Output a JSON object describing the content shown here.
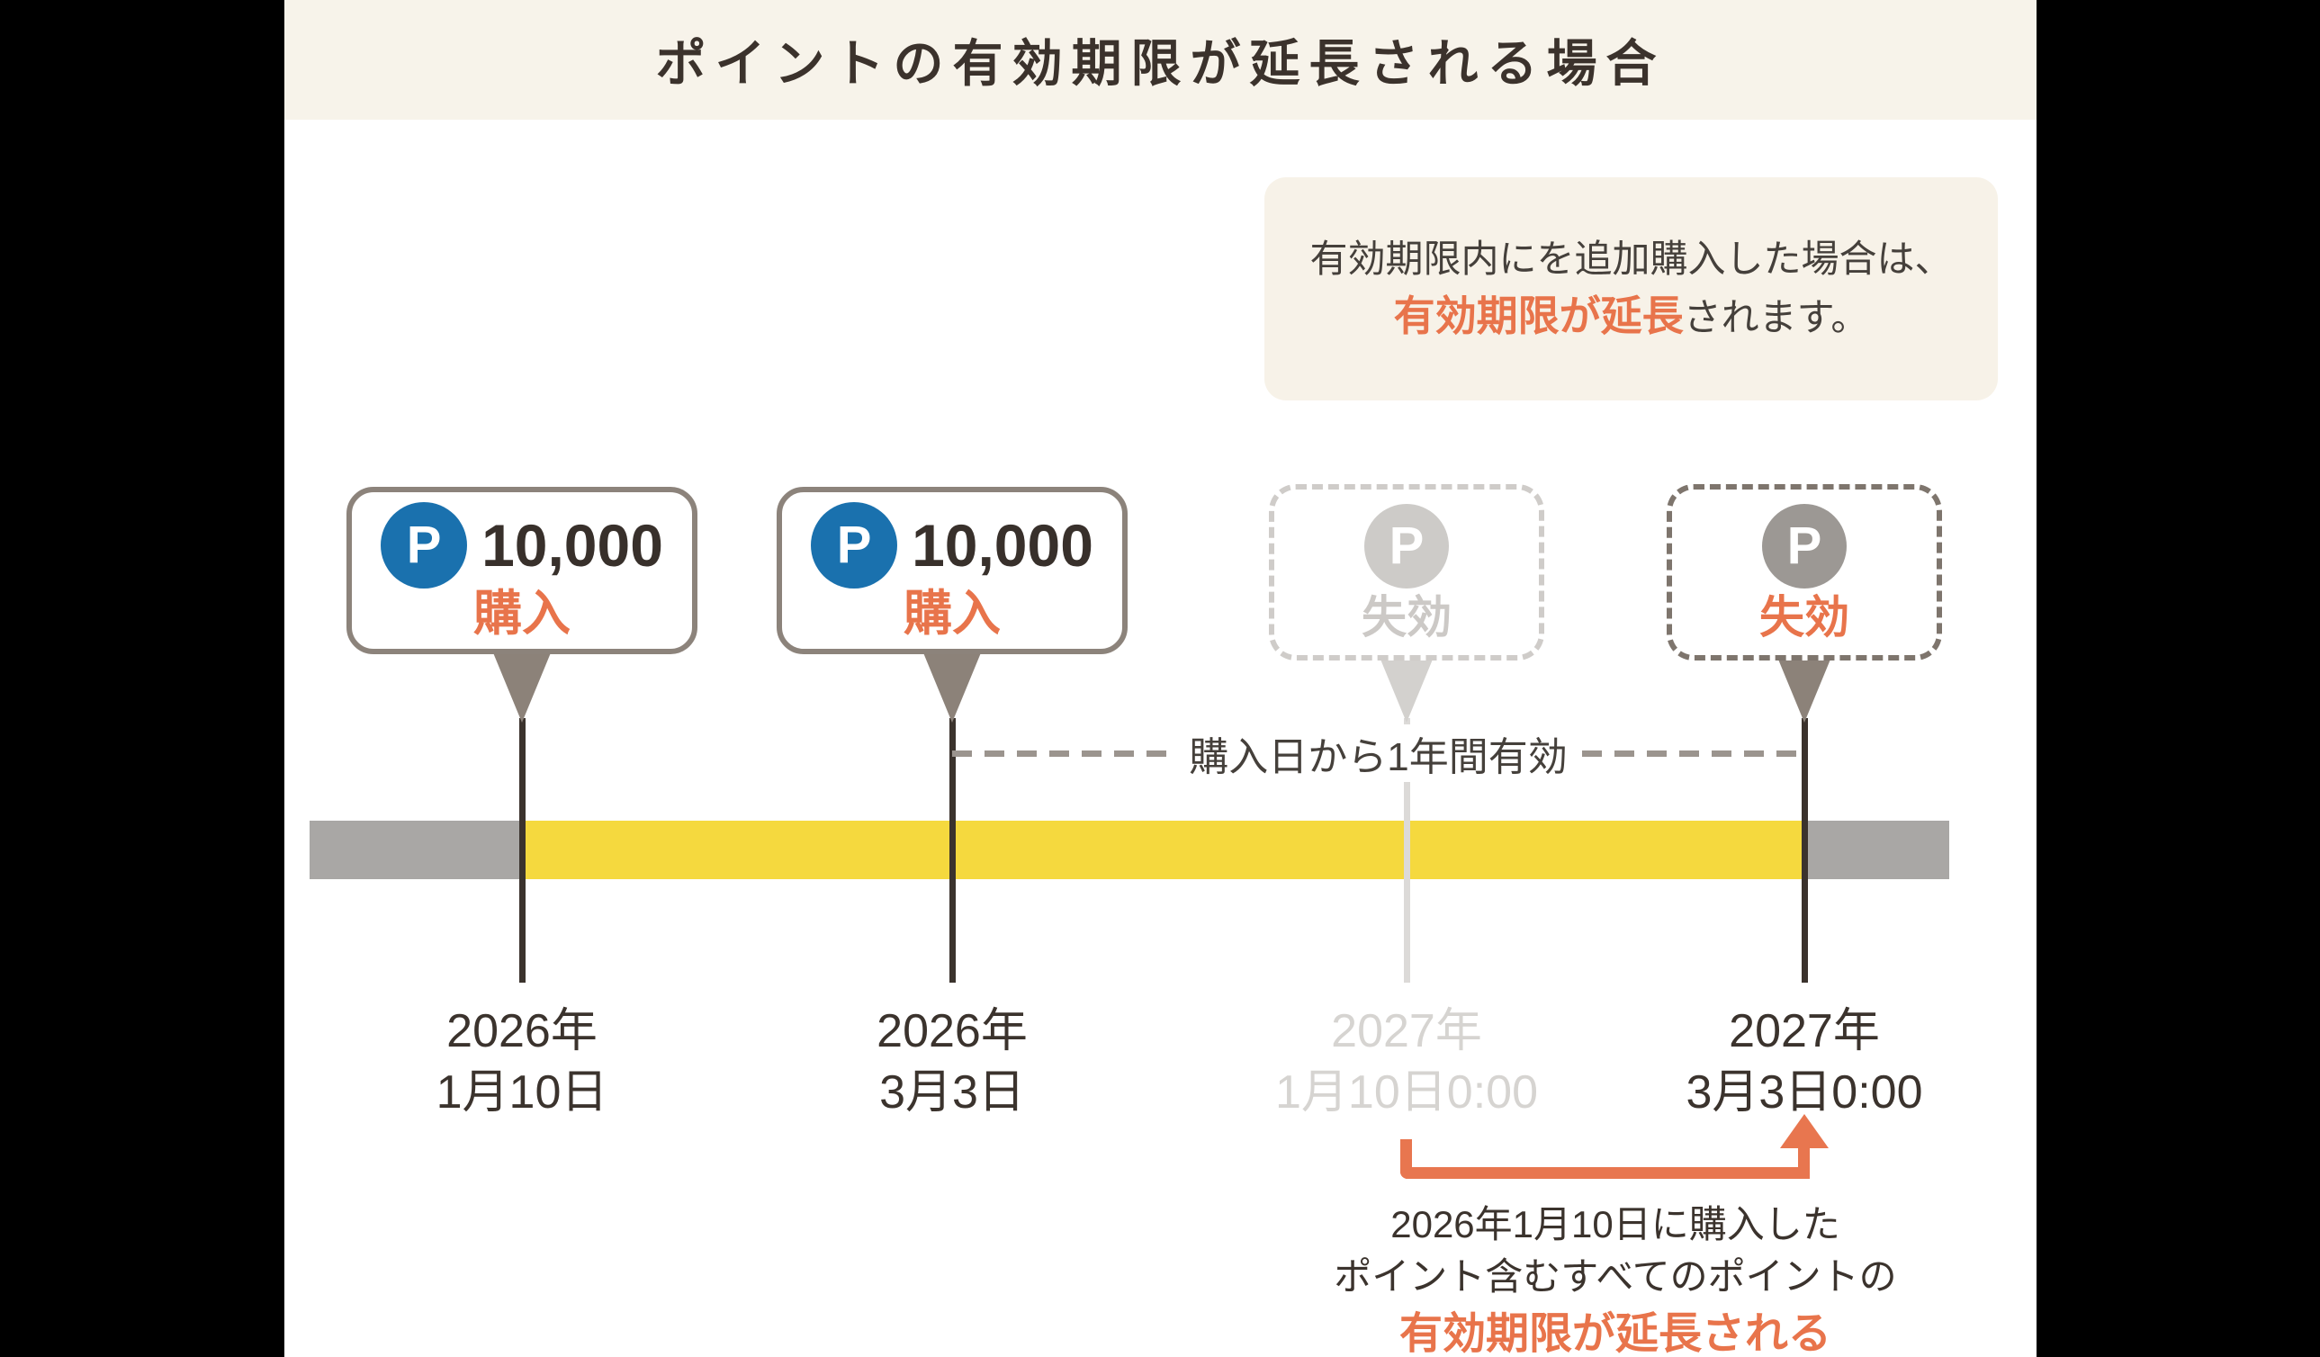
{
  "title": "ポイントの有効期限が延長される場合",
  "note": {
    "line1": "有効期限内にを追加購入した場合は、",
    "highlight": "有効期限が延長",
    "line2_rest": "されます。"
  },
  "timeline": {
    "validity_label": "購入日から1年間有効",
    "events": [
      {
        "icon": "P",
        "amount": "10,000",
        "action": "購入",
        "state": "purchase",
        "date_line1": "2026年",
        "date_line2": "1月10日"
      },
      {
        "icon": "P",
        "amount": "10,000",
        "action": "購入",
        "state": "purchase",
        "date_line1": "2026年",
        "date_line2": "3月3日"
      },
      {
        "icon": "P",
        "action": "失効",
        "state": "expired-cancelled",
        "date_line1": "2027年",
        "date_line2": "1月10日0:00"
      },
      {
        "icon": "P",
        "action": "失効",
        "state": "expired",
        "date_line1": "2027年",
        "date_line2": "3月3日0:00"
      }
    ]
  },
  "annotation": {
    "line1": "2026年1月10日に購入した",
    "line2": "ポイント含むすべてのポイントの",
    "line3": "有効期限が延長される"
  },
  "colors": {
    "accent_orange": "#e8744b",
    "point_blue": "#1a71ae",
    "timeline_yellow": "#f5d93e",
    "timeline_gray": "#a9a7a5",
    "header_cream": "#f7f3ea",
    "text_dark": "#3b322c",
    "faded_gray": "#cfccc9"
  }
}
